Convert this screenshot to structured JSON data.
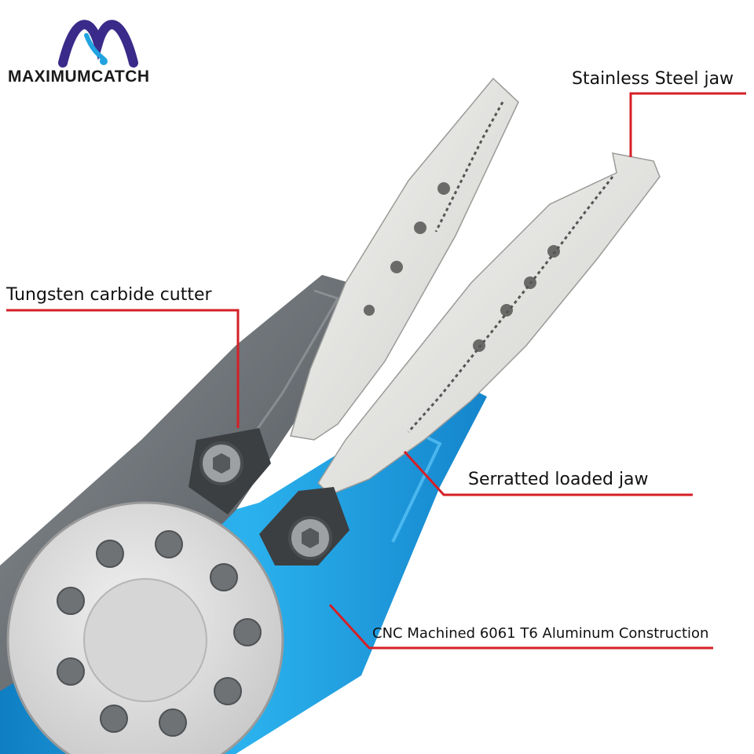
{
  "brand": {
    "name": "MAXIMUMCATCH",
    "logo_color": "#3a2a8a"
  },
  "callouts": {
    "stainless_steel_jaw": "Stainless Steel jaw",
    "tungsten_carbide_cutter": "Tungsten carbide cutter",
    "serrated_loaded_jaw": "Serratted loaded jaw",
    "cnc_aluminum": "CNC Machined 6061 T6 Aluminum Construction"
  },
  "colors": {
    "leader_line": "#d51f26",
    "handle_gray": "#6f7478",
    "handle_blue": "#1ea0dc",
    "steel": "#e4e4e2",
    "pivot": "#dcdcdc"
  }
}
